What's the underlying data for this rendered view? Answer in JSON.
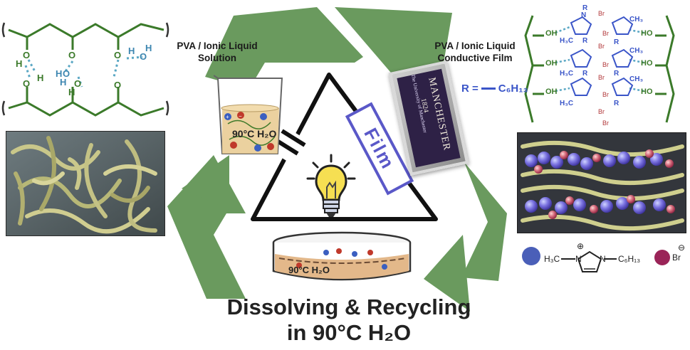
{
  "labels": {
    "left_top": "PVA / Ionic Liquid",
    "left_bottom": "Solution",
    "right_top": "PVA / Ionic Liquid",
    "right_bottom": "Conductive Film"
  },
  "film_label": "Film",
  "beaker_text": "90°C H₂O",
  "dish_text": "90°C H₂O",
  "r_group": {
    "prefix": "R =",
    "suffix": "C₆H₁₃"
  },
  "hbond_atoms": {
    "O": "O",
    "H": "H"
  },
  "ionic_atoms": {
    "n": "N",
    "r": "R",
    "ch3": "CH₃",
    "h3c": "H₃C",
    "br": "Br",
    "oh": "OH",
    "ho": "HO"
  },
  "legend": {
    "cation_left": "H₃C",
    "cation_right": "C₆H₁₃",
    "n": "N",
    "plus": "⊕",
    "anion": "Br",
    "minus": "⊖"
  },
  "card_text": {
    "brand": "MANCHESTER",
    "year": "1824",
    "line": "The University of Manchester"
  },
  "caption": {
    "line1": "Dissolving & Recycling",
    "line2": "in 90°C H₂O"
  },
  "colors": {
    "arrow_green": "#6a9a5e",
    "chain_green": "#3b7a2a",
    "hbond_blue": "#5aa7c4",
    "ionic_blue": "#3a55c8",
    "bromide_red": "#b2383a",
    "cation_circle": "#4a5fb8",
    "anion_circle": "#9a2458",
    "film_box": "#5a58c8"
  }
}
